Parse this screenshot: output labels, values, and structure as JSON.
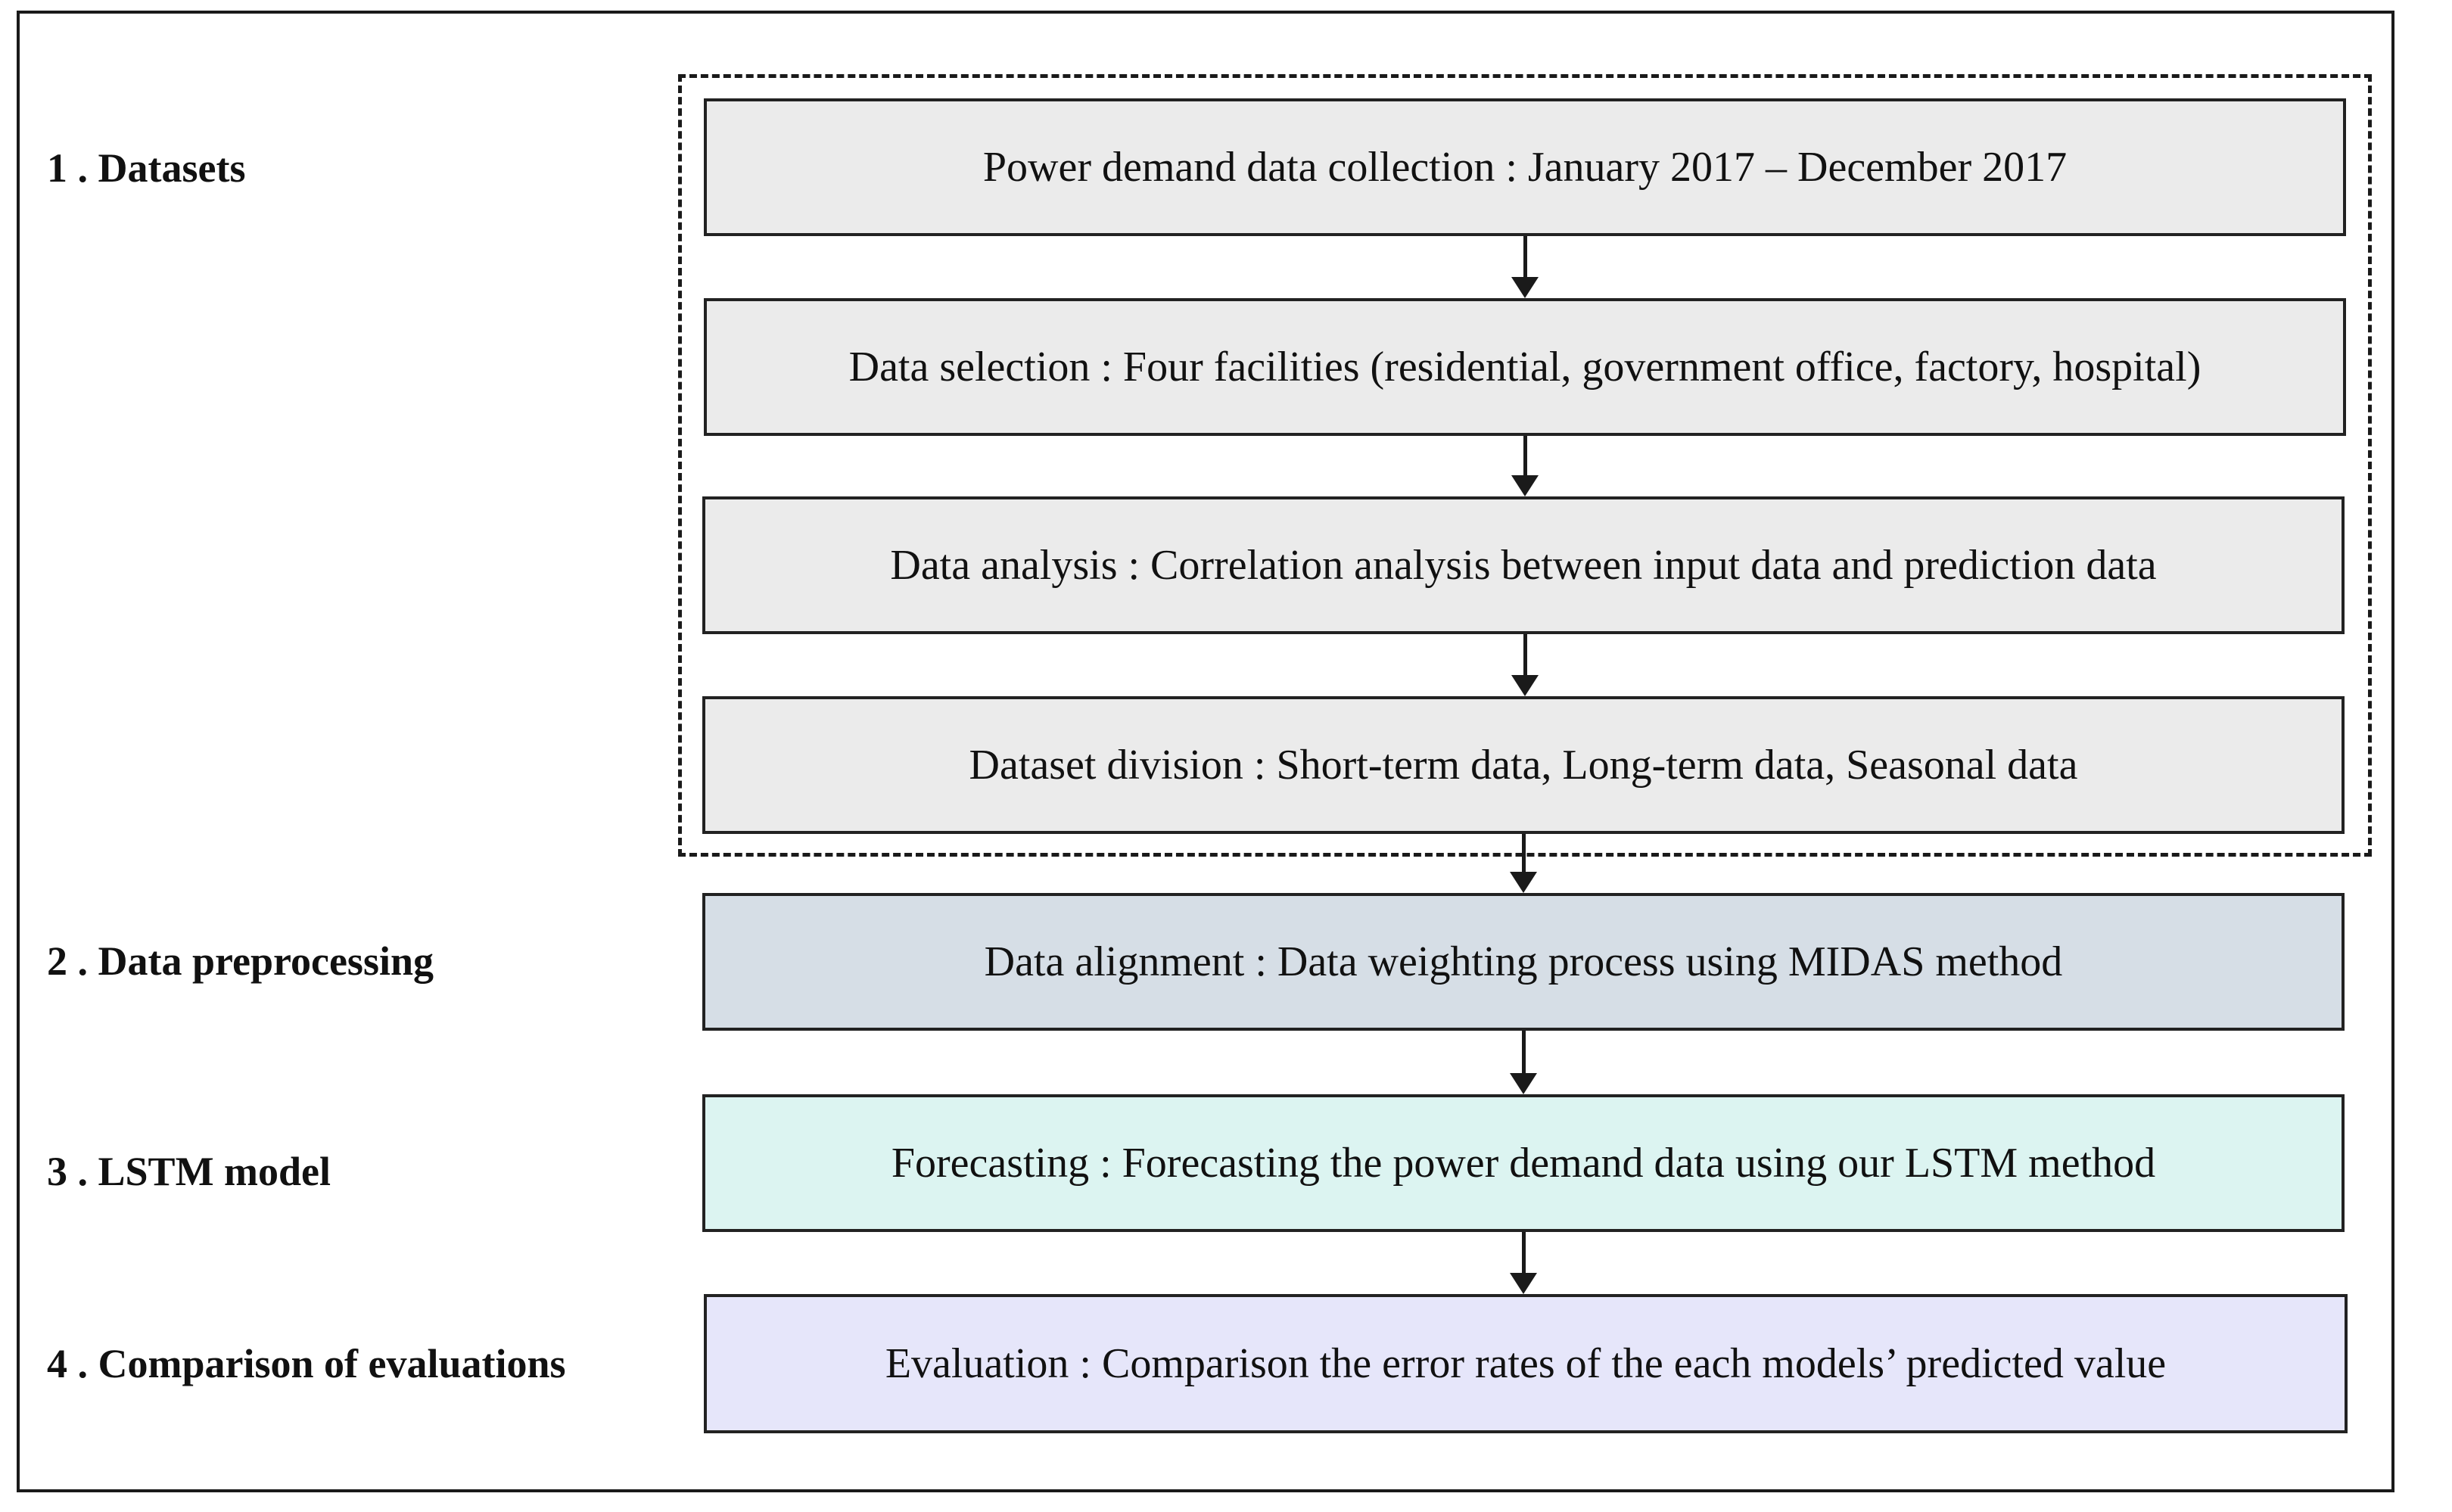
{
  "steps": [
    {
      "label": "1 . Datasets"
    },
    {
      "label": "2 . Data preprocessing"
    },
    {
      "label": "3 . LSTM model"
    },
    {
      "label": "4 . Comparison of evaluations"
    }
  ],
  "boxes": [
    {
      "text": "Power demand data collection : January 2017 – December 2017",
      "color": "#ebebeb"
    },
    {
      "text": "Data selection : Four facilities (residential, government office, factory, hospital)",
      "color": "#ebebeb"
    },
    {
      "text": "Data analysis : Correlation analysis between input data and prediction data",
      "color": "#ebebeb"
    },
    {
      "text": "Dataset division : Short-term data, Long-term data, Seasonal data",
      "color": "#ebebeb"
    },
    {
      "text": "Data alignment : Data weighting process using MIDAS method",
      "color": "#d6dee6"
    },
    {
      "text": "Forecasting : Forecasting the power demand data using our LSTM method",
      "color": "#dcf4f1"
    },
    {
      "text": "Evaluation : Comparison the error rates of the each models’ predicted value",
      "color": "#e6e6fa"
    }
  ]
}
